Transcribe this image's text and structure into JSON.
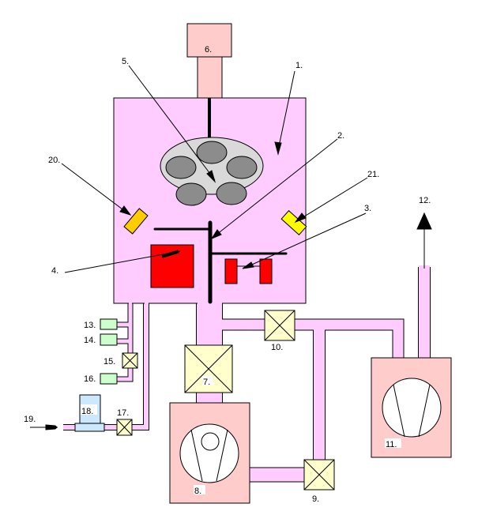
{
  "diagram": {
    "labels": {
      "l1": "1.",
      "l2": "2.",
      "l3": "3.",
      "l4": "4.",
      "l5": "5.",
      "l6": "6.",
      "l7": "7.",
      "l8": "8.",
      "l9": "9.",
      "l10": "10.",
      "l11": "11.",
      "l12": "12.",
      "l13": "13.",
      "l14": "14.",
      "l15": "15.",
      "l16": "16.",
      "l17": "17.",
      "l18": "18.",
      "l19": "19.",
      "l20": "20.",
      "l21": "21."
    },
    "colors": {
      "chamber": "#ffccff",
      "pump": "#ffcccc",
      "valve": "#ffffcc",
      "gauge": "#ccffcc",
      "source": "#cce8ff",
      "heater": "#ff0000",
      "sensor20": "#ffcc00",
      "sensor21": "#ffff00",
      "plate": "#d9d9d9",
      "substrate": "#8c8c8c"
    }
  }
}
